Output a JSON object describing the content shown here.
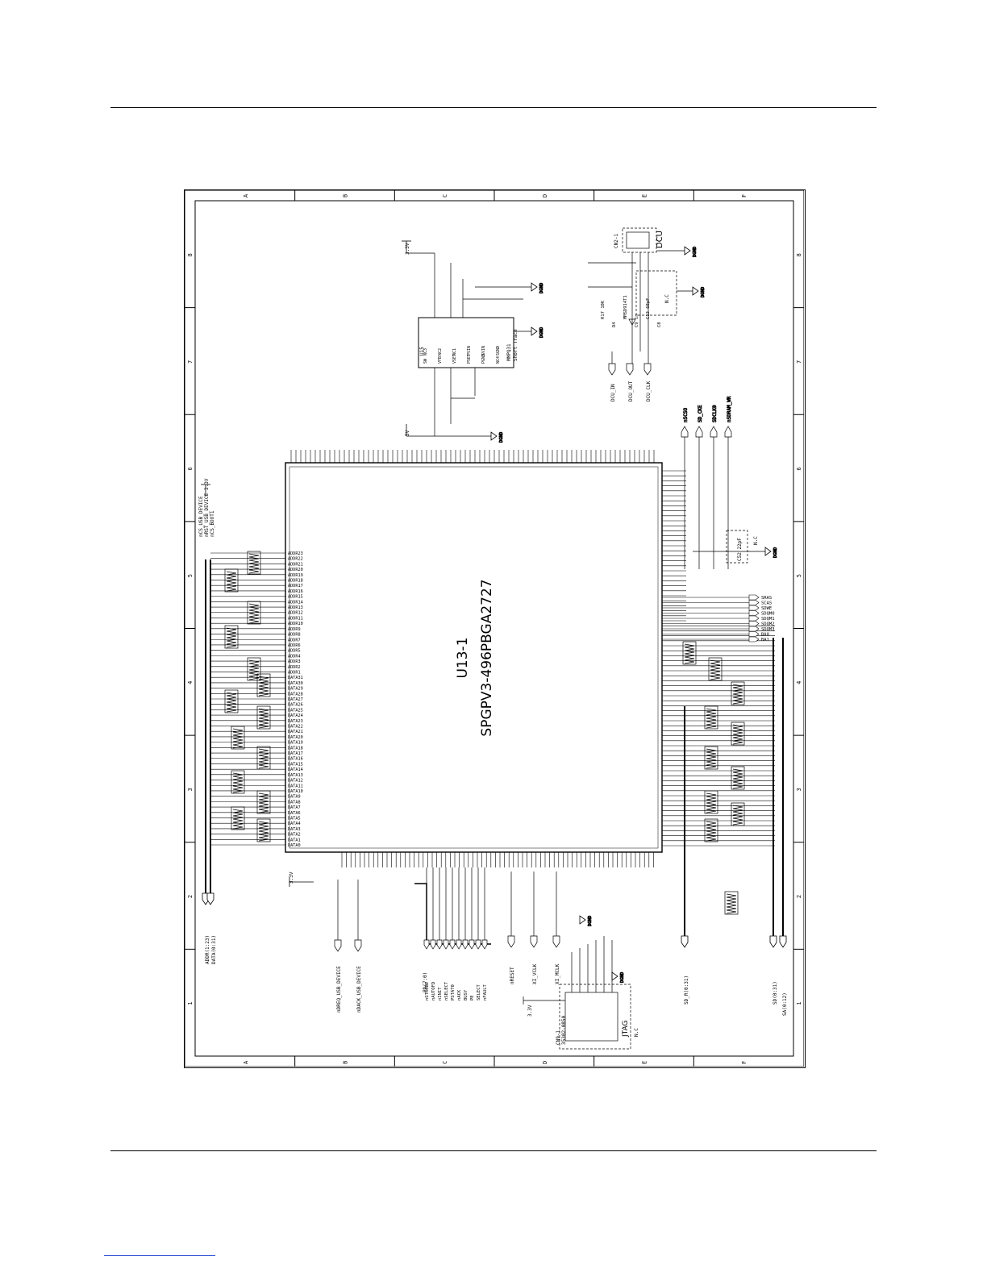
{
  "columns": [
    "A",
    "B",
    "C",
    "D",
    "E",
    "F"
  ],
  "rows": [
    "8",
    "7",
    "6",
    "5",
    "4",
    "3",
    "2",
    "1"
  ],
  "main_chip": {
    "ref": "U13-1",
    "part": "SPGPV3-496PBGA2727"
  },
  "regulator": {
    "ref": "U15",
    "part": "MMPQ31",
    "note": "Short Trace",
    "pins": [
      "NC3",
      "NC2",
      "NC1",
      "PVIN",
      "SVIN",
      "SGND",
      "SW",
      "VFB",
      "VSET",
      "PSET",
      "PGND",
      "NC4"
    ]
  },
  "dcu": {
    "connector": "CN2-1",
    "label": "DCU",
    "nc": "N.C",
    "nets": [
      "DCU_IN",
      "DCU_OUT",
      "DCU_CLK"
    ],
    "parts": [
      "R17 10K",
      "D4",
      "MMSD914T1",
      "C9 1n",
      "C13 68pF",
      "C8"
    ]
  },
  "jtag": {
    "connector": "CN9-1",
    "part": "35302-0850",
    "label": "JTAG",
    "nc": "N.C",
    "nets": [
      "nRESET",
      "XI_VCLK",
      "XI_MCLK"
    ]
  },
  "supplies": {
    "v33": "3.3V",
    "v5": "5V",
    "gnd": "DGND"
  },
  "buses": {
    "addr": "ADDR(1:23)",
    "data": "DATA(0:31)",
    "sd_r": "SD_R(0:31)",
    "sd": "SD(0:31)",
    "sa": "SA(0:12)",
    "pd": "PD(7:0)"
  },
  "usb": {
    "dreq": "nDREQ_USB_DEVICE",
    "dack": "nDACK_USB_DEVICE",
    "cs": "nCS_USB_DEVICE",
    "rst": "nRST_USB_DEVICE",
    "boot": "nCS_BOOT1"
  },
  "sdram": {
    "nets": [
      "nSCSO",
      "SD_CKE",
      "SDCLK0",
      "nSDRAM_WR"
    ],
    "caps": [
      "C52 22pF"
    ],
    "nc": "N.C"
  },
  "strobes": [
    "SRAS",
    "SCAS",
    "SDWE",
    "SDQM0",
    "SDQM1",
    "SDQM2",
    "SDQM3",
    "BA0",
    "BA1"
  ],
  "parallel": [
    "nSTROBE",
    "nAUTOFD",
    "nINIT",
    "nSELECT",
    "PSTAT0",
    "nACK",
    "BUSY",
    "PE",
    "SELECT",
    "nFAULT"
  ],
  "left_pins": [
    "ADDR23",
    "ADDR22",
    "ADDR21",
    "ADDR20",
    "ADDR19",
    "ADDR18",
    "ADDR17",
    "ADDR16",
    "ADDR15",
    "ADDR14",
    "ADDR13",
    "ADDR12",
    "ADDR11",
    "ADDR10",
    "ADDR9",
    "ADDR8",
    "ADDR7",
    "ADDR6",
    "ADDR5",
    "ADDR4",
    "ADDR3",
    "ADDR2",
    "ADDR1",
    "DATA31",
    "DATA30",
    "DATA29",
    "DATA28",
    "DATA27",
    "DATA26",
    "DATA25",
    "DATA24",
    "DATA23",
    "DATA22",
    "DATA21",
    "DATA20",
    "DATA19",
    "DATA18",
    "DATA17",
    "DATA16",
    "DATA15",
    "DATA14",
    "DATA13",
    "DATA12",
    "DATA11",
    "DATA10",
    "DATA9",
    "DATA8",
    "DATA7",
    "DATA6",
    "DATA5",
    "DATA4",
    "DATA3",
    "DATA2",
    "DATA1",
    "DATA0"
  ],
  "colors": {
    "ink": "#000000",
    "paper": "#ffffff",
    "link": "#2b4fd6"
  }
}
